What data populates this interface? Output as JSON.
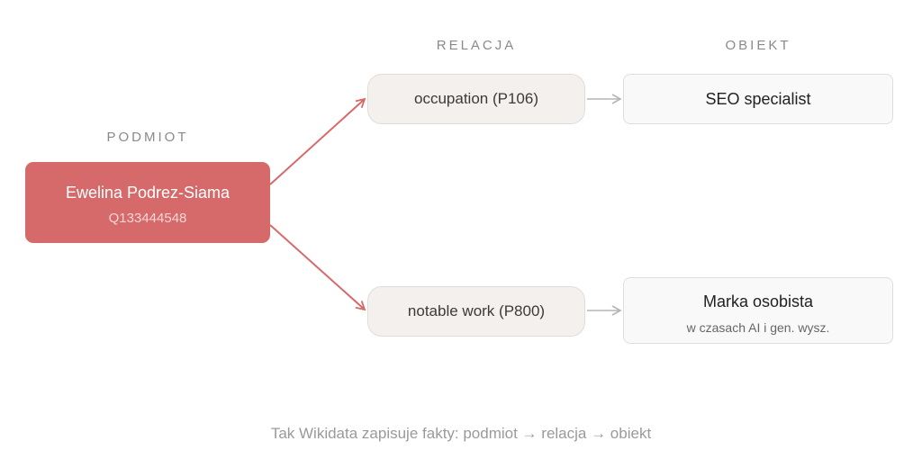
{
  "columns": {
    "subject_label": "PODMIOT",
    "relation_label": "RELACJA",
    "object_label": "OBIEKT"
  },
  "subject": {
    "name": "Ewelina Podrez-Siama",
    "id": "Q133444548"
  },
  "relations": [
    {
      "label": "occupation (P106)",
      "object": {
        "title": "SEO specialist",
        "subtitle": ""
      }
    },
    {
      "label": "notable work (P800)",
      "object": {
        "title": "Marka osobista",
        "subtitle": "w czasach AI i gen. wysz."
      }
    }
  ],
  "caption": "Tak Wikidata zapisuje fakty: podmiot → relacja → obiekt",
  "colors": {
    "subject_fill": "#d66a6a",
    "subject_arrow": "#d66a6a",
    "relation_fill": "#f3f0ed",
    "object_fill": "#f9f9f9",
    "object_arrow": "#b5b5b5"
  }
}
